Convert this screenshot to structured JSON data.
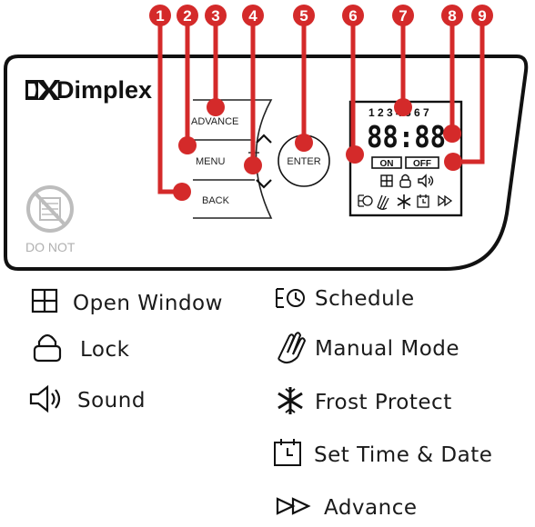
{
  "brand": "Dimplex",
  "panel": {
    "advance_label": "ADVANCE",
    "menu_label": "MENU",
    "back_label": "BACK",
    "enter_label": "ENTER",
    "do_not_label": "DO NOT",
    "days": "1 2 3 4 5 6 7",
    "time_display": "88:88",
    "on_label": "ON",
    "off_label": "OFF"
  },
  "callouts": [
    "1",
    "2",
    "3",
    "4",
    "5",
    "6",
    "7",
    "8",
    "9"
  ],
  "legend": {
    "left": [
      {
        "icon": "open-window-icon",
        "label": "Open Window"
      },
      {
        "icon": "lock-icon",
        "label": "Lock"
      },
      {
        "icon": "sound-icon",
        "label": "Sound"
      }
    ],
    "right": [
      {
        "icon": "schedule-icon",
        "label": "Schedule"
      },
      {
        "icon": "manual-mode-icon",
        "label": "Manual Mode"
      },
      {
        "icon": "frost-protect-icon",
        "label": "Frost Protect"
      },
      {
        "icon": "set-time-date-icon",
        "label": "Set Time & Date"
      },
      {
        "icon": "advance-icon",
        "label": "Advance"
      }
    ]
  },
  "colors": {
    "callout": "#d42a2a",
    "outline": "#111111"
  }
}
